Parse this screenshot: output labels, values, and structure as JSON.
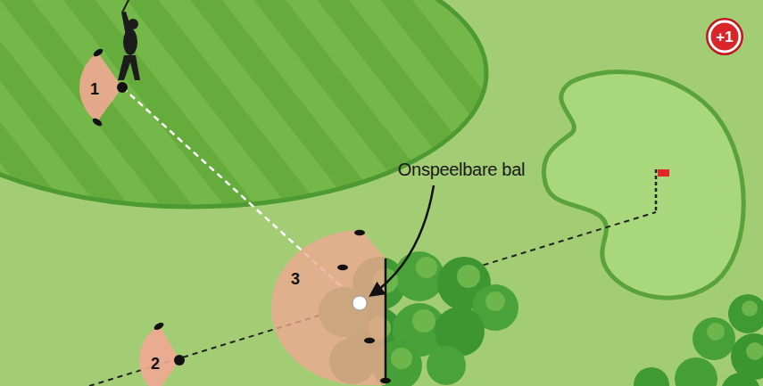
{
  "diagram": {
    "nodes": [
      {
        "text": [
          "1"
        ]
      },
      {
        "text": [
          "+1"
        ]
      },
      {
        "text": [
          "3"
        ]
      },
      {
        "text": [
          "2"
        ]
      }
    ],
    "labels": [
      "Onspeelbare bal"
    ]
  }
}
